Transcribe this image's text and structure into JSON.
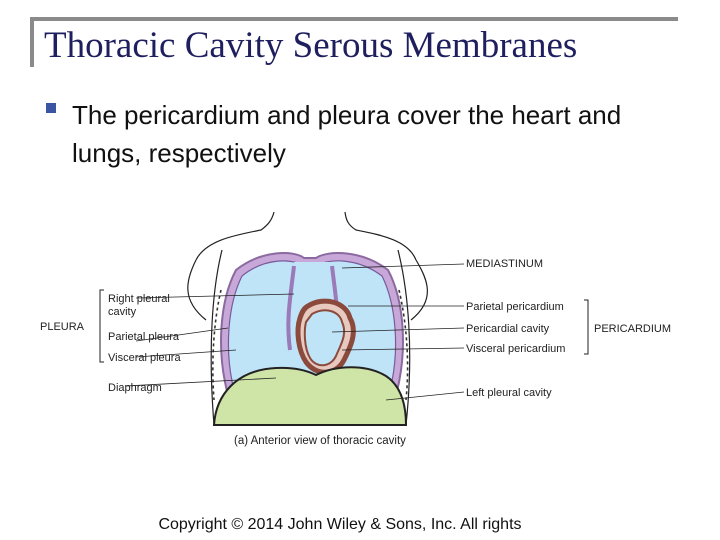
{
  "slide": {
    "title": "Thoracic Cavity Serous Membranes",
    "bullet": "The pericardium and pleura cover the heart and lungs, respectively",
    "copyright": "Copyright © 2014 John Wiley & Sons, Inc. All rights"
  },
  "figure": {
    "labels": {
      "mediastinum": "MEDIASTINUM",
      "right_pleural_cavity": [
        "Right pleural",
        "cavity"
      ],
      "pleura": "PLEURA",
      "parietal_pleura": "Parietal pleura",
      "visceral_pleura": "Visceral pleura",
      "diaphragm": "Diaphragm",
      "parietal_pericardium": "Parietal pericardium",
      "pericardial_cavity": "Pericardial cavity",
      "pericardium": "PERICARDIUM",
      "visceral_pericardium": "Visceral pericardium",
      "left_pleural_cavity": "Left pleural cavity"
    },
    "caption": "(a) Anterior view of thoracic cavity",
    "colors": {
      "lung": "#bfe3f7",
      "pleura": "#c8a8d8",
      "pericardium": "#8b4a3c",
      "heart_inner": "#e7c9c0",
      "diaphragm": "#cfe4a7",
      "line": "#222222"
    }
  }
}
